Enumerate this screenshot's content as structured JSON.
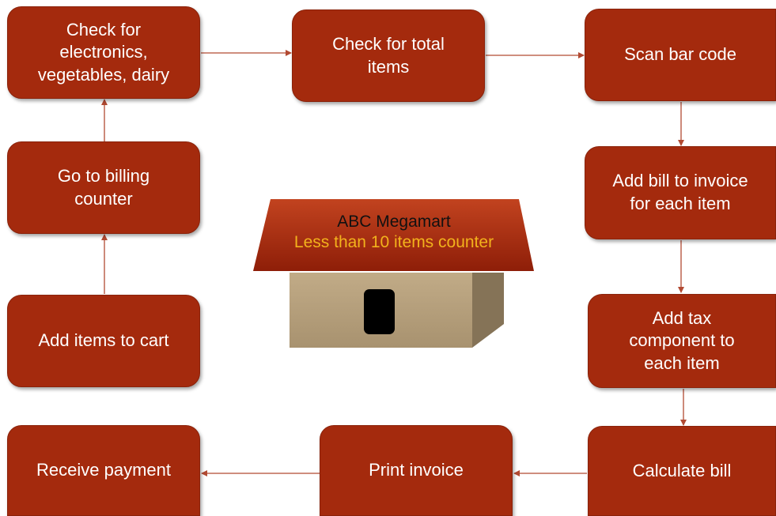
{
  "diagram": {
    "colors": {
      "box": "#a42a0d",
      "box_text": "#ffffff",
      "arrow": "#b24a32",
      "roof": "#a42a0d",
      "wall": "#b09a78",
      "door": "#000000"
    },
    "steps": {
      "check_categories": "Check for\nelectronics,\nvegetables, dairy",
      "check_total": "Check for total\nitems",
      "scan_barcode": "Scan bar code",
      "go_billing": "Go to billing\ncounter",
      "add_invoice": "Add bill to invoice\nfor each item",
      "add_cart": "Add items to cart",
      "add_tax": "Add tax\ncomponent to\neach item",
      "receive_payment": "Receive payment",
      "print_invoice": "Print invoice",
      "calculate_bill": "Calculate bill"
    },
    "store": {
      "name": "ABC Megamart",
      "counter": "Less than 10 items counter"
    }
  }
}
